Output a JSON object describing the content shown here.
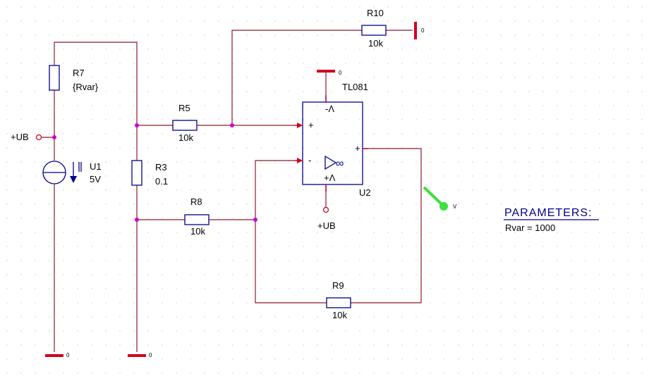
{
  "components": {
    "r7": {
      "ref": "R7",
      "value": "{Rvar}"
    },
    "r3": {
      "ref": "R3",
      "value": "0.1"
    },
    "r5": {
      "ref": "R5",
      "value": "10k"
    },
    "r8": {
      "ref": "R8",
      "value": "10k"
    },
    "r9": {
      "ref": "R9",
      "value": "10k"
    },
    "r10": {
      "ref": "R10",
      "value": "10k"
    },
    "u1": {
      "ref": "U1",
      "value": "5V"
    },
    "u2": {
      "ref": "U2",
      "model": "TL081",
      "pin_plus": "+",
      "pin_minus": "-",
      "pin_out": "+",
      "supply_neg": "-Λ",
      "supply_pos": "+Λ"
    }
  },
  "nets": {
    "supply_label_left": "+UB",
    "supply_label_opamp": "+UB",
    "ground_label": "0"
  },
  "probe": {
    "label": "V"
  },
  "parameters": {
    "title": "PARAMETERS:",
    "line": "Rvar = 1000"
  },
  "colors": {
    "wire": "#8b1a2e",
    "component": "#00008b",
    "pin": "#d1001f",
    "junction": "#d100d1",
    "probe": "#3ee03e"
  }
}
